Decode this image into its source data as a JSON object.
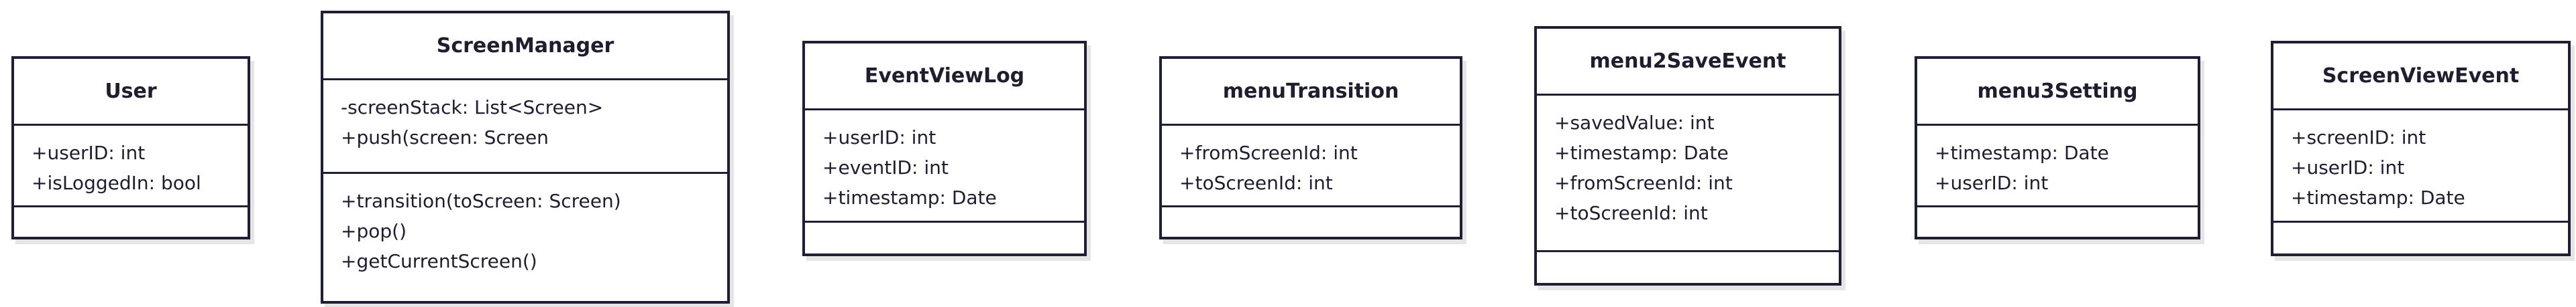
{
  "classes": [
    {
      "name": "User",
      "attributes": [
        "+userID: int",
        "+isLoggedIn: bool"
      ],
      "methods": []
    },
    {
      "name": "ScreenManager",
      "attributes": [
        "-screenStack: List<Screen>",
        "+push(screen: Screen"
      ],
      "methods": [
        "+transition(toScreen: Screen)",
        "+pop()",
        "+getCurrentScreen()"
      ]
    },
    {
      "name": "EventViewLog",
      "attributes": [
        "+userID: int",
        "+eventID: int",
        "+timestamp: Date"
      ],
      "methods": []
    },
    {
      "name": "menuTransition",
      "attributes": [
        "+fromScreenId: int",
        "+toScreenId: int"
      ],
      "methods": []
    },
    {
      "name": "menu2SaveEvent",
      "attributes": [
        "+savedValue: int",
        "+timestamp: Date",
        "+fromScreenId: int",
        "+toScreenId: int"
      ],
      "methods": []
    },
    {
      "name": "menu3Setting",
      "attributes": [
        "+timestamp: Date",
        "+userID: int"
      ],
      "methods": []
    },
    {
      "name": "ScreenViewEvent",
      "attributes": [
        "+screenID: int",
        "+userID: int",
        "+timestamp: Date"
      ],
      "methods": []
    }
  ]
}
